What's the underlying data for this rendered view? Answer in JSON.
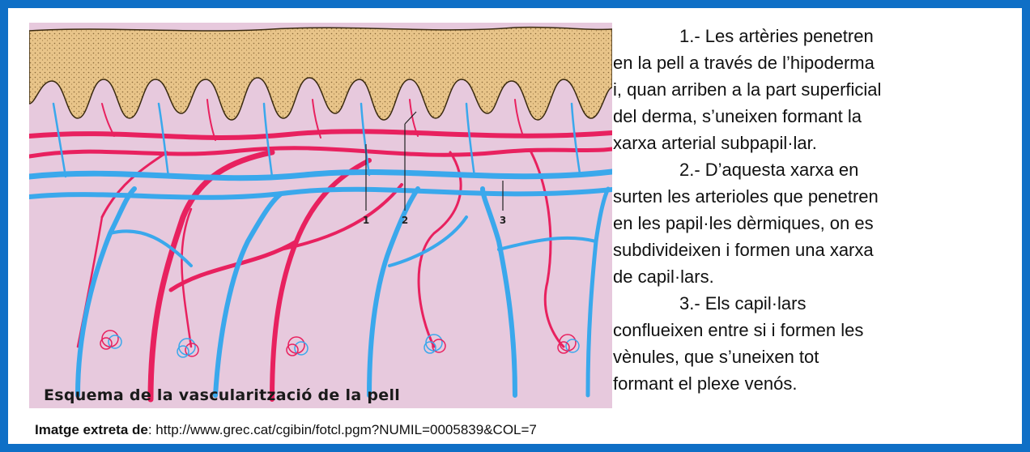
{
  "figure": {
    "caption": "Esquema de la vascularització de la pell",
    "labels": [
      "1",
      "2",
      "3"
    ],
    "colors": {
      "background": "#e7c9dd",
      "epidermis": "#e8c489",
      "artery": "#e8215f",
      "vein": "#3aa8ec"
    }
  },
  "paragraphs": [
    [
      "1.- Les artèries penetren",
      "en la pell a través de l’hipoderma",
      "i, quan arriben a la part superficial",
      "del derma, s’uneixen formant la",
      "xarxa arterial subpapil·lar."
    ],
    [
      "2.- D’aquesta xarxa en",
      "surten les arterioles que penetren",
      "en les papil·les dèrmiques, on es",
      "subdivideixen i formen una xarxa",
      "de capil·lars."
    ],
    [
      "3.- Els capil·lars",
      "conflueixen entre si i formen les",
      "vènules, que s’uneixen tot",
      "formant el plexe venós."
    ]
  ],
  "source": {
    "label": "Imatge extreta de",
    "url": "http://www.grec.cat/cgibin/fotcl.pgm?NUMIL=0005839&COL=7"
  },
  "frame_color": "#0f6fc6"
}
